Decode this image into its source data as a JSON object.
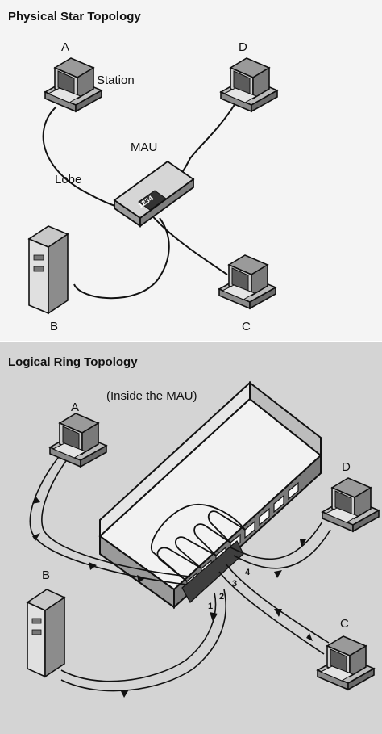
{
  "top": {
    "title": "Physical Star Topology",
    "labels": {
      "a": "A",
      "b": "B",
      "c": "C",
      "d": "D",
      "station": "Station",
      "mau": "MAU",
      "lobe": "Lobe"
    },
    "port_numbers": "1234"
  },
  "bottom": {
    "title": "Logical Ring Topology",
    "caption": "(Inside the MAU)",
    "labels": {
      "a": "A",
      "b": "B",
      "c": "C",
      "d": "D"
    },
    "port_numbers": [
      "1",
      "2",
      "3",
      "4"
    ]
  }
}
